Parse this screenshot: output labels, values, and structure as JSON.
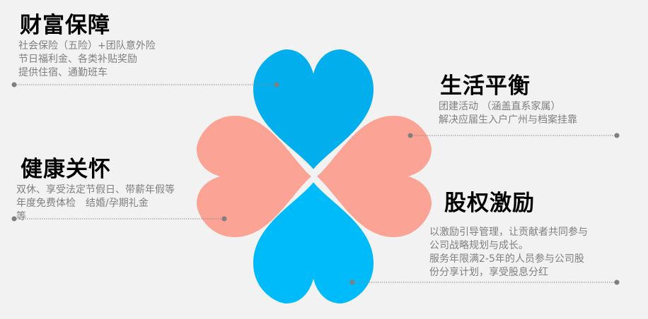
{
  "colors": {
    "top_heart": "#02aeec",
    "bottom_heart": "#00bbf9",
    "side_hearts": "#fba394",
    "line": "#7f7f7f"
  },
  "sections": [
    {
      "title": "财富保障",
      "lines": [
        "社会保险（五险）+团队意外险",
        "节日福利金、各类补贴奖励",
        "提供住宿、通勤班车"
      ]
    },
    {
      "title": "生活平衡",
      "lines": [
        "团建活动 （涵盖直系家属）",
        "解决应届生入户广州与档案挂靠"
      ]
    },
    {
      "title": "健康关怀",
      "lines": [
        "双休、享受法定节假日、带薪年假等",
        "年度免费体检　结婚/孕期礼金",
        "等"
      ]
    },
    {
      "title": "股权激励",
      "lines": [
        "以激励引导管理，让贡献者共同参与",
        "公司战略规划与成长。",
        "服务年限满2-5年的人员参与公司股",
        "份分享计划，享受股息分红"
      ]
    }
  ]
}
